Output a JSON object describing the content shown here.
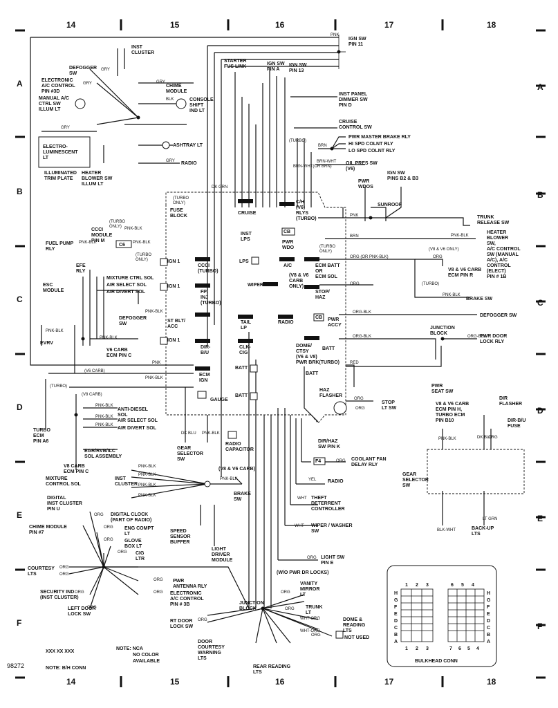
{
  "columns_top": [
    "14",
    "15",
    "16",
    "17",
    "18"
  ],
  "columns_bottom": [
    "14",
    "15",
    "16",
    "17",
    "18"
  ],
  "rows_left": [
    "A",
    "B",
    "C",
    "D",
    "E",
    "F"
  ],
  "rows_right": [
    "A",
    "B",
    "C",
    "D",
    "E",
    "F"
  ],
  "figure_number": "98272",
  "notes": {
    "conn_line": "XXX  XX  XXX",
    "conn_label": "NOTE: B/H CONN",
    "nca_1": "NOTE:  NCA",
    "nca_2": "NO COLOR",
    "nca_3": "AVAILABLE"
  },
  "top_right": {
    "ign_sw_pin_11": "IGN SW\nPIN 11",
    "pnk": "PNK",
    "starter_fus_link": "STARTER\nFUS LINK",
    "ign_sw_pin_a": "IGN SW\nPIN A",
    "ign_sw_pin_13": "IGN SW\nPIN 13",
    "inst_panel_dimmer": "INST PANEL\nDIMMER SW\nPIN D",
    "cruise_control_sw": "CRUISE\nCONTROL SW",
    "pwr_master_brake": "PWR MASTER BRAKE RLY",
    "hi_spd": "HI SPD COLNT RLY",
    "lo_spd": "LO SPD COLNT RLY",
    "oil_pres_sw": "OIL PRES SW\n(V6)",
    "turbo": "(TURBO)",
    "brn": "BRN",
    "brn_wht": "BRN-WHT",
    "ign_sw_pins_b2_b3": "IGN SW\nPINS B2 & B3",
    "pwr_wdos": "PWR\nWDOS",
    "sunroof": "SUNROOF",
    "trunk_release": "TRUNK\nRELEASE SW",
    "heater_blower": "HEATER\nBLOWER\nSW,\nA/C CONTROL\nSW (MANUAL\nA/C), A/C\nCONTROL\n(ELECT)\nPIN # 1B",
    "v8_v6_only": "(V8 & V6 ONLY)",
    "v8_v6_carb_ecm_r": "V8 & V6 CARB\nECM PIN R",
    "brake_sw": "BRAKE SW",
    "defogger_sw_r": "DEFOGGER SW",
    "junction_block_r": "JUNCTION\nBLOCK",
    "pwr_door_lock": "PWR DOOR\nLOCK RLY",
    "pwr_seat_sw": "PWR\nSEAT SW",
    "stop_lt_sw": "STOP\nLT SW",
    "haz_flasher": "HAZ\nFLASHER",
    "dir_haz_pin_k": "DIR/HAZ\nSW PIN K",
    "coolant_fan": "COOLANT FAN\nDELAY RLY",
    "radio_r": "RADIO",
    "theft": "THEFT\nDETERRENT\nCONTROLLER",
    "wiper_washer": "WIPER / WASHER\nSW",
    "light_sw_pin_e": "LIGHT SW\nPIN E",
    "wo_pwr_dr": "(W/O PWR DR LOCKS)",
    "vanity": "VANITY\nMIRROR\nLT",
    "trunk_lt": "TRUNK\nLT",
    "dome_reading": "DOME &\nREADING\nLTS",
    "not_used": "NOT USED",
    "rear_reading": "REAR READING\nLTS",
    "door_courtesy_warn": "DOOR\nCOURTESY\nWARNING\nLTS",
    "rt_door_lock": "RT DOOR\nLOCK SW",
    "junction_block_f": "JUNCTION\nBLOCK"
  },
  "left": {
    "inst_cluster": "INST\nCLUSTER",
    "defogger_sw": "DEFOGGER\nSW",
    "elec_ac_pin3d": "ELECTRONIC\nA/C CONTROL\nPIN #3D",
    "manual_ac": "MANUAL A/C\nCTRL SW\nILLUM LT",
    "chime_module": "CHIME\nMODULE",
    "console_shift": "CONSOLE\nSHIFT\nIND LT",
    "ashtray": "ASHTRAY LT",
    "radio": "RADIO",
    "electro": "ELECTRO-\nLUMINESCENT\nLT",
    "illum_trim": "ILLUMINATED\nTRIM PLATE",
    "heater_blower_illum": "HEATER\nBLOWER SW\nILLUM LT",
    "ccci_module": "CCCI\nMODULE\nPIN M",
    "fuel_pump": "FUEL PUMP\nRLY",
    "fuse_block": "FUSE\nBLOCK",
    "efe_rly": "EFE\nRLY",
    "esc_module": "ESC\nMODULE",
    "mixture_ctrl": "MIXTURE CTRL SOL",
    "air_select": "AIR SELECT SOL",
    "air_divert": "AIR DIVERT SOL",
    "defogger_sw_c": "DEFOGGER\nSW",
    "evrv": "EVRV",
    "v6_carb_ecm_c": "V6 CARB\nECM PIN C",
    "anti_diesel": "ANTI-DIESEL\nSOL",
    "air_select_d": "AIR SELECT SOL",
    "air_divert_d": "AIR DIVERT SOL",
    "turbo_ecm": "TURBO\nECM\nPIN A6",
    "egr": "EGR/RVB/ILC\nSOL ASSEMBLY",
    "v8_carb_ecm_c": "V8 CARB\nECM PIN C",
    "mixture_control": "MIXTURE\nCONTROL SOL",
    "digital_inst": "DIGITAL\nINST CLUSTER\nPIN U",
    "chime_pin7": "CHIME MODULE\nPIN #7",
    "digital_clock": "DIGITAL CLOCK\n(PART OF RADIO)",
    "eng_compt": "ENG COMPT\nLT",
    "glove_box": "GLOVE\nBOX LT",
    "cig_ltr": "CIG\nLTR",
    "courtesy_lts": "COURTESY\nLTS",
    "pwr_antenna": "PWR\nANTENNA RLY",
    "elec_ac_3b": "ELECTRONIC\nA/C CONTROL\nPIN # 3B",
    "security_ind": "SECURITY IND\n(INST CLUSTER)",
    "left_door_lock": "LEFT DOOR\nLOCK SW"
  },
  "fuse_block": {
    "ign1_a": "IGN 1",
    "ign1_b": "IGN 1",
    "st_blt": "ST BLT/\nACC",
    "ign1_c": "IGN 1",
    "ccci_turbo": "CCCI\n(TURBO)",
    "fp_inj": "FP/\nINJ\n(TURBO)",
    "dir_bu": "DIR-\nB/U",
    "ecm_ign": "ECM\nIGN",
    "gauge": "GAUGE",
    "cruise": "CRUISE",
    "inst_lps": "INST\nLPS",
    "lps": "LPS",
    "wiper": "WIPER",
    "tail_lp": "TAIL\nLP",
    "clk_cig": "CLK-\nCIG",
    "batt1": "BATT",
    "batt2": "BATT",
    "ch_v6_rlys": "C/H\n(V6)\nRLYS\n(TURBO)",
    "pwr_wdo": "PWR\nWDO",
    "ac": "A/C",
    "v8_v6_carb_only": "(V8 & V6\nCARB\nONLY)",
    "radio": "RADIO",
    "ecm_batt": "ECM BATT\nOR\nECM SOL",
    "stop_haz": "STOP/\nHAZ",
    "pwr_accy": "PWR\nACCY",
    "dome_ctsy": "DOME/\nCTSY\n(V6 & V8)\nPWR BRK(TURBO)",
    "batt3": "BATT",
    "batt4": "BATT",
    "cb1": "CB",
    "cb2": "CB",
    "c6": "C6",
    "f4": "F4"
  },
  "bottom_mid": {
    "radio_capacitor": "RADIO\nCAPACITOR",
    "gear_selector": "GEAR\nSELECTOR\nSW",
    "inst_cluster_e": "INST\nCLUSTER",
    "v8_v6_carb": "(V8 & V6 CARB)",
    "brake_sw": "BRAKE\nSW",
    "speed_sensor": "SPEED\nSENSOR\nBUFFER",
    "light_driver": "LIGHT\nDRIVER\nMODULE"
  },
  "right_bottom": {
    "v8_v6_carb_ecm_h": "V8 & V6 CARB\nECM PIN H,\nTURBO ECM\nPIN B10",
    "dir_flasher": "DIR\nFLASHER",
    "dir_bu_fuse": "DIR-B/U\nFUSE",
    "gear_selector_sw": "GEAR\nSELECTOR\nSW",
    "back_up_lts": "BACK-UP\nLTS",
    "bulkhead_conn": "BULKHEAD CONN",
    "bulk_rows": [
      "H",
      "G",
      "F",
      "E",
      "D",
      "C",
      "B",
      "A"
    ],
    "bulk_top_left": [
      "1",
      "2",
      "3"
    ],
    "bulk_top_right": [
      "6",
      "5",
      "4"
    ],
    "bulk_bot_left": [
      "1",
      "2",
      "3"
    ],
    "bulk_bot_right": [
      "7",
      "6",
      "5",
      "4"
    ]
  },
  "wire_colors": {
    "pnk": "PNK",
    "pnk_blk": "PNK-BLK",
    "gry": "GRY",
    "blk": "BLK",
    "org": "ORG",
    "orn_blk": "ORG (OR PNK-BLK)",
    "brn": "BRN",
    "red": "RED",
    "yel": "YEL",
    "wht": "WHT",
    "dk_blu": "DK BLU",
    "lt_grn": "LT GRN",
    "blk_wht": "BLK-WHT",
    "wht_org": "WHT-ORG",
    "org_blk": "ORG-BLK",
    "dk_grn": "DK GRN",
    "brn_wht_or_brn": "BRN-WHT(OR BRN)",
    "turbo_only": "(TURBO\nONLY)",
    "v6_carb": "(V6 CARB)",
    "v8_carb": "(V8 CARB)",
    "turbo": "(TURBO)"
  },
  "colors": {
    "ink": "#111111",
    "paper": "#ffffff"
  }
}
